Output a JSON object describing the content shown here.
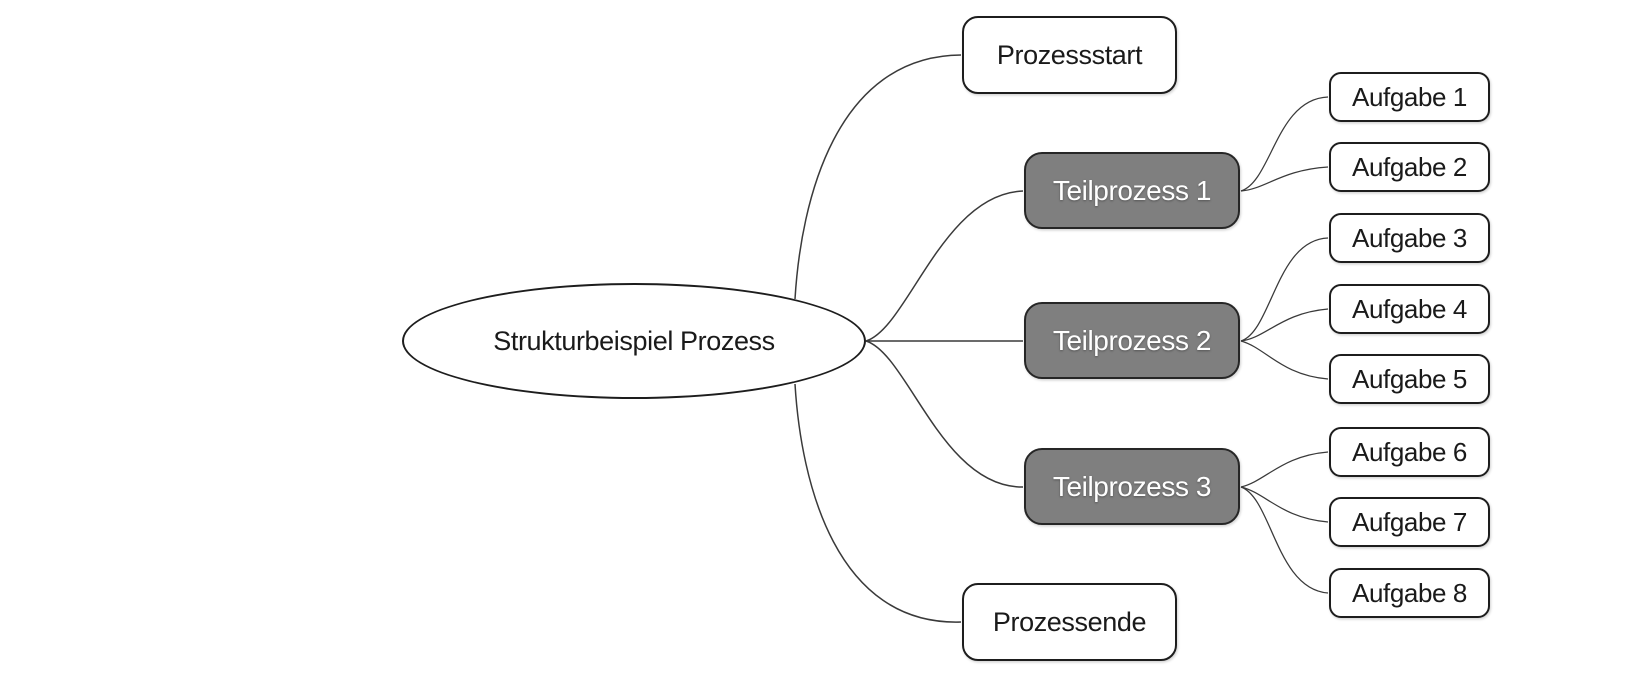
{
  "diagram": {
    "type": "mindmap-smartart",
    "root": {
      "label": "Strukturbeispiel Prozess",
      "shape": "ellipse"
    },
    "level1": [
      {
        "label": "Prozessstart",
        "style": "light",
        "children": []
      },
      {
        "label": "Teilprozess 1",
        "style": "dark",
        "children": [
          "Aufgabe 1",
          "Aufgabe 2"
        ]
      },
      {
        "label": "Teilprozess 2",
        "style": "dark",
        "children": [
          "Aufgabe 3",
          "Aufgabe 4",
          "Aufgabe 5"
        ]
      },
      {
        "label": "Teilprozess 3",
        "style": "dark",
        "children": [
          "Aufgabe 6",
          "Aufgabe 7",
          "Aufgabe 8"
        ]
      },
      {
        "label": "Prozessende",
        "style": "light",
        "children": []
      }
    ],
    "tasks": [
      {
        "label": "Aufgabe 1",
        "parent": "Teilprozess 1"
      },
      {
        "label": "Aufgabe 2",
        "parent": "Teilprozess 1"
      },
      {
        "label": "Aufgabe 3",
        "parent": "Teilprozess 2"
      },
      {
        "label": "Aufgabe 4",
        "parent": "Teilprozess 2"
      },
      {
        "label": "Aufgabe 5",
        "parent": "Teilprozess 2"
      },
      {
        "label": "Aufgabe 6",
        "parent": "Teilprozess 3"
      },
      {
        "label": "Aufgabe 7",
        "parent": "Teilprozess 3"
      },
      {
        "label": "Aufgabe 8",
        "parent": "Teilprozess 3"
      }
    ],
    "colors": {
      "background": "#ffffff",
      "light_node_fill": "#ffffff",
      "dark_node_fill": "#7f7f7f",
      "node_border": "#1d1d1d",
      "dark_node_border": "#262626",
      "text_dark": "#1a1a1a",
      "text_light": "#ffffff",
      "connector": "#3a3a3a"
    }
  }
}
